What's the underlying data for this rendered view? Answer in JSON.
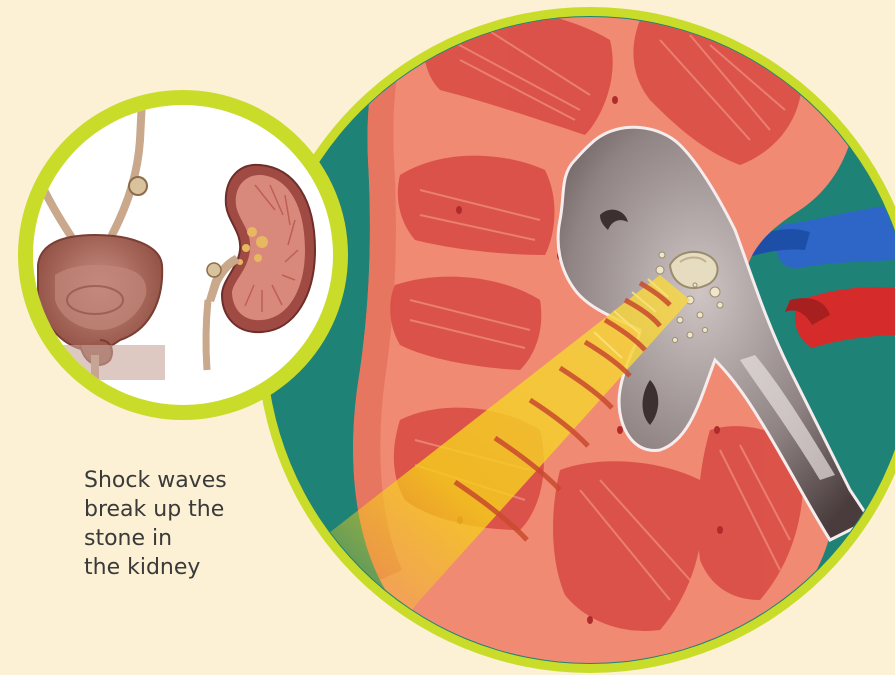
{
  "caption": {
    "lines": [
      "Shock waves",
      "break up the",
      "stone in",
      "the kidney"
    ]
  },
  "colors": {
    "background": "#fcf0d5",
    "ring": "#c9dc2a",
    "teal_backdrop": "#1f8276",
    "kidney_tissue": "#f08a72",
    "pyramid": "#d94c46",
    "renal_pelvis": "#8a7c7c",
    "vein": "#2e66c8",
    "artery": "#d52b2b",
    "shock_wave": "#f5cf1a",
    "stone": "#e6dcc0"
  },
  "illustration": {
    "inset": "urinary-tract-with-bladder-ureters-and-kidney",
    "main": "kidney-cross-section-with-stone-and-shock-waves"
  }
}
